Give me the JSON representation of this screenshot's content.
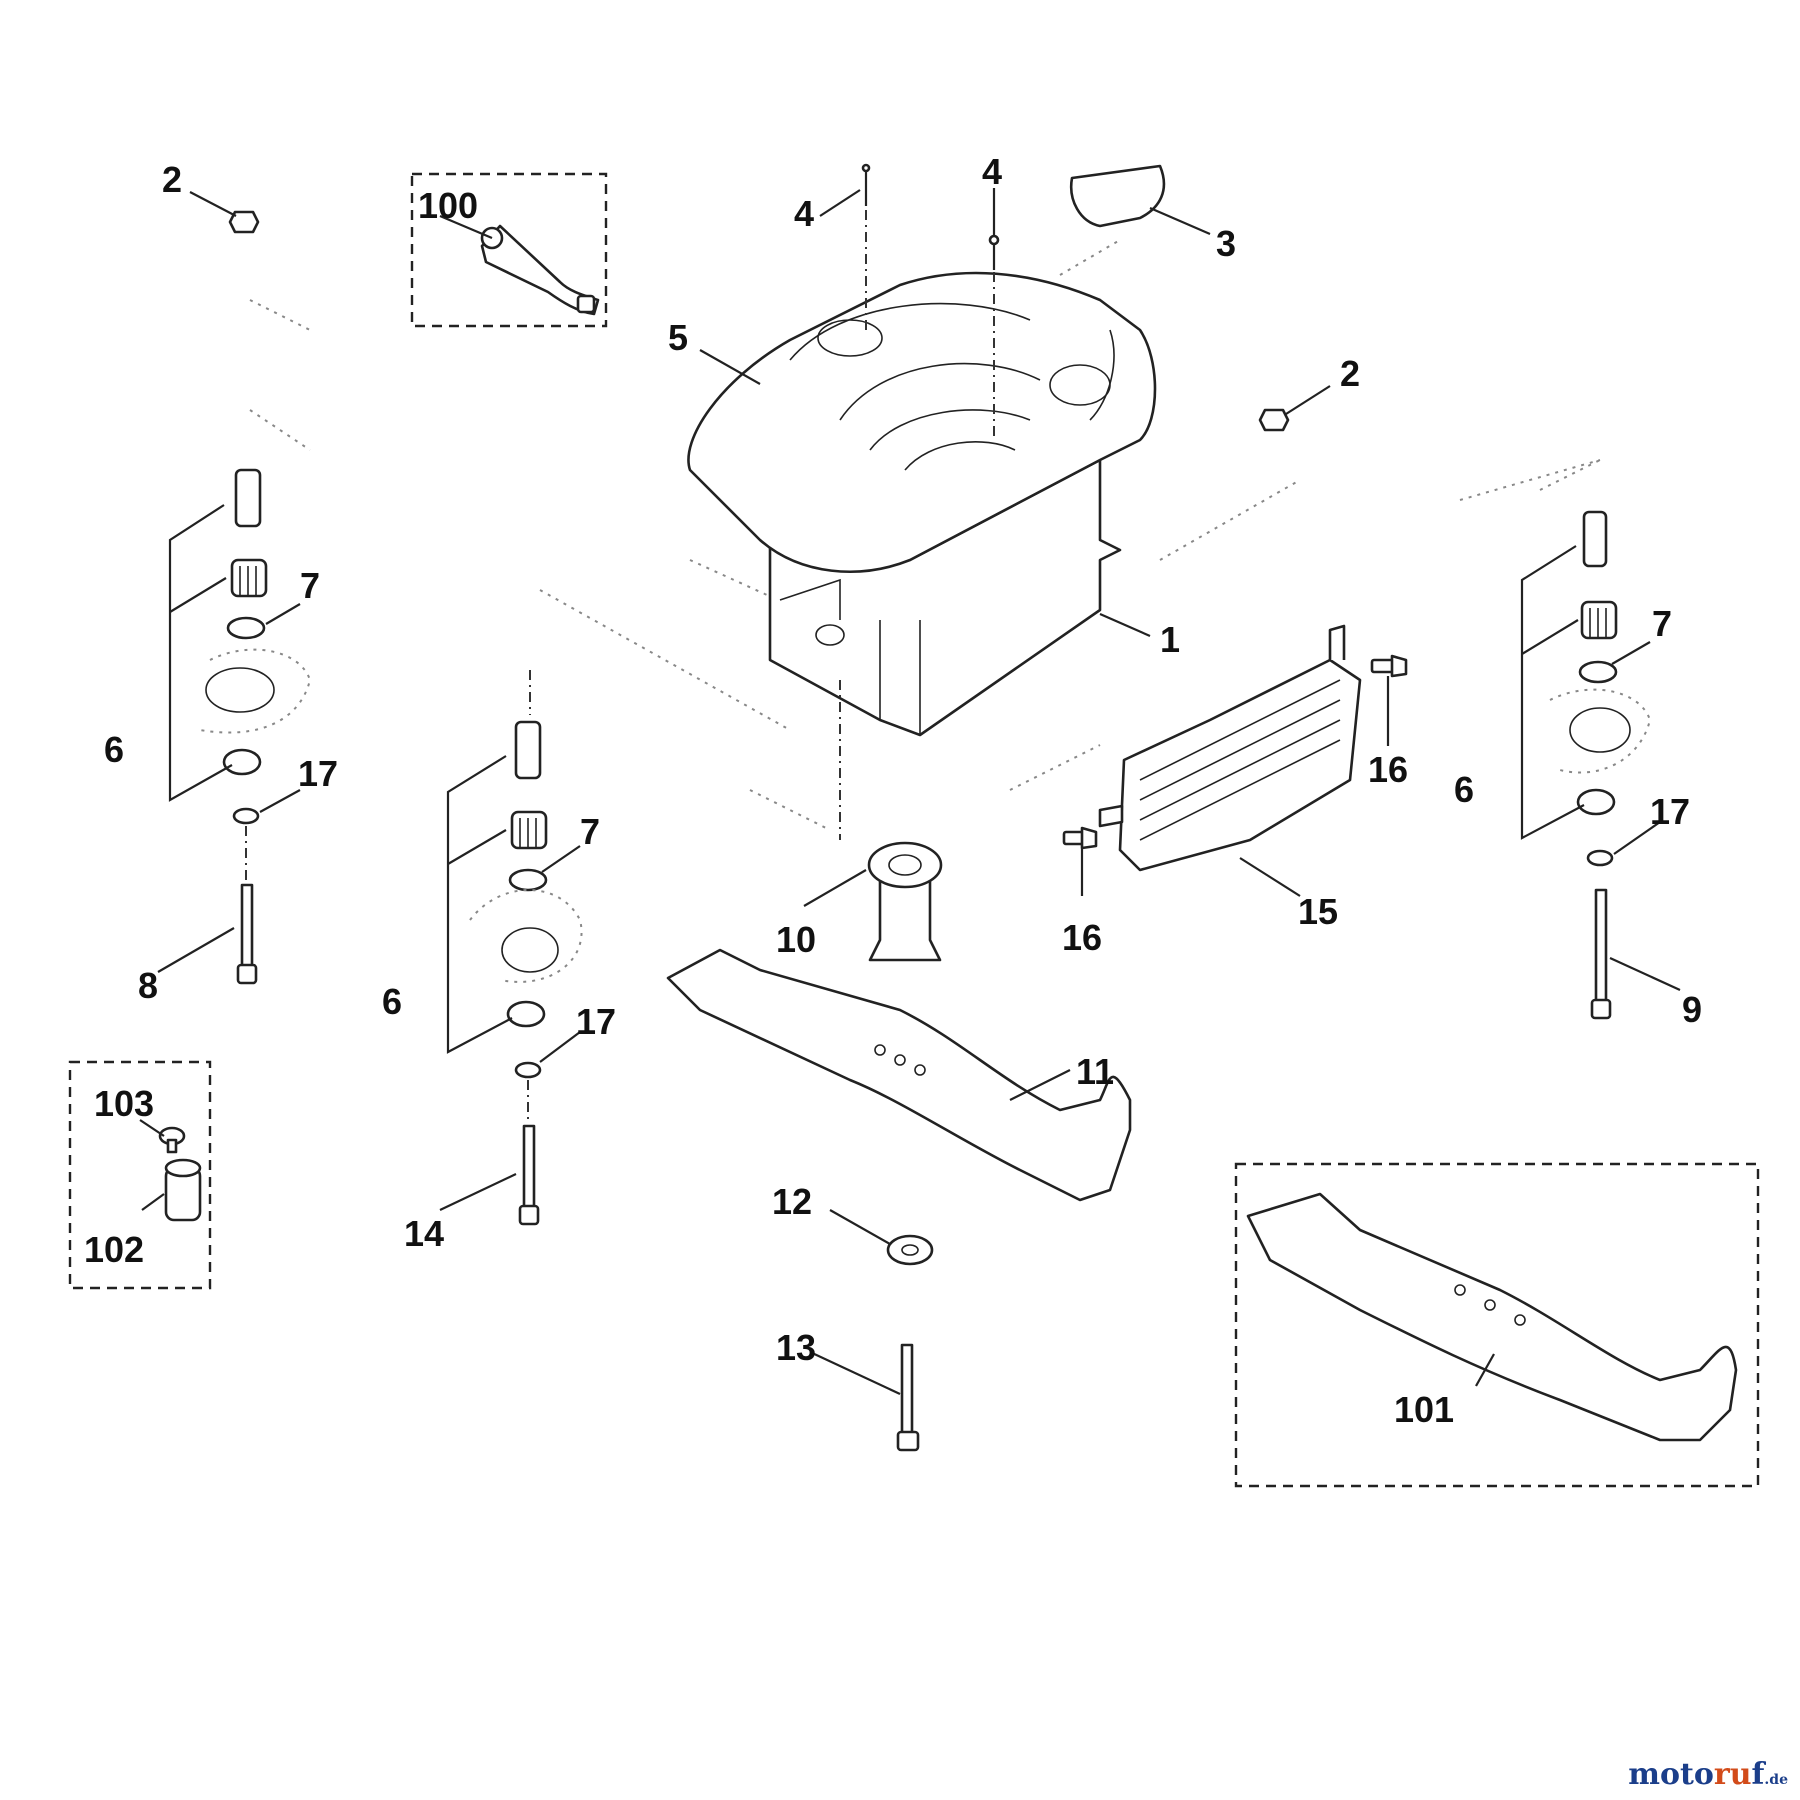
{
  "callouts": {
    "c1": "1",
    "c2a": "2",
    "c2b": "2",
    "c3": "3",
    "c4a": "4",
    "c4b": "4",
    "c5": "5",
    "c6a": "6",
    "c6b": "6",
    "c6c": "6",
    "c7a": "7",
    "c7b": "7",
    "c7c": "7",
    "c8": "8",
    "c9": "9",
    "c10": "10",
    "c11": "11",
    "c12": "12",
    "c13": "13",
    "c14": "14",
    "c15": "15",
    "c16a": "16",
    "c16b": "16",
    "c17a": "17",
    "c17b": "17",
    "c17c": "17",
    "c100": "100",
    "c101": "101",
    "c102": "102",
    "c103": "103"
  },
  "watermark": {
    "part1": "moto",
    "part2": "ru",
    "part3": "f",
    "suffix": ".de"
  },
  "colors": {
    "watermark_blue": "#1b3e8a",
    "watermark_orange": "#d24b1a",
    "line": "#222222"
  }
}
